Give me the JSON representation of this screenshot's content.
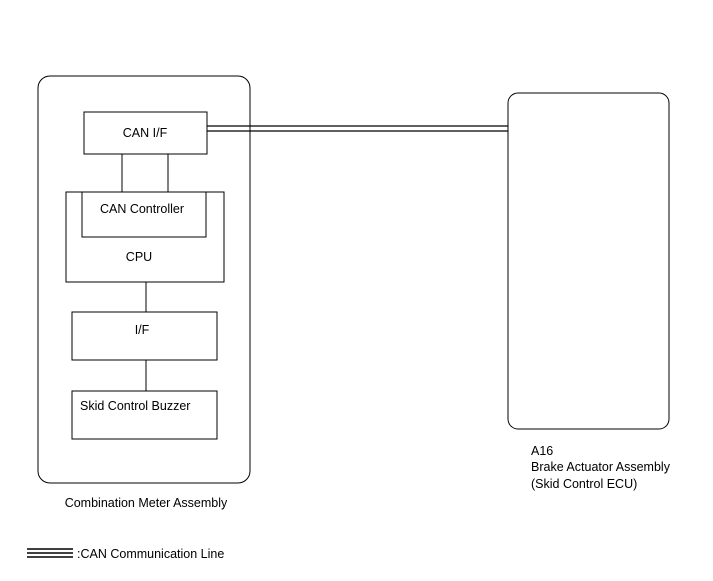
{
  "combination_meter": {
    "caption": "Combination Meter Assembly",
    "can_if_label": "CAN I/F",
    "can_controller_label": "CAN Controller",
    "cpu_label": "CPU",
    "if_label": "I/F",
    "buzzer_label": "Skid Control Buzzer"
  },
  "brake_actuator": {
    "connector_id": "A16",
    "name_label": "Brake Actuator Assembly",
    "ecu_label": "(Skid Control ECU)"
  },
  "legend": {
    "can_line_label": ":CAN Communication Line"
  }
}
